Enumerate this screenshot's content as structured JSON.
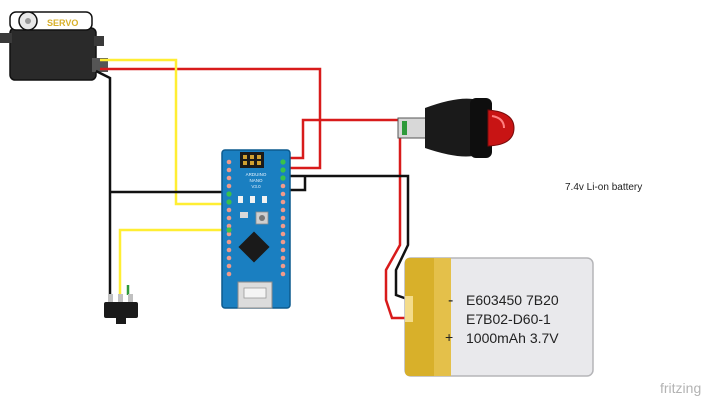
{
  "servo": {
    "label": "SERVO"
  },
  "arduino": {
    "line1": "ARDUINO",
    "line2": "NANO",
    "line3": "V3.0"
  },
  "battery": {
    "caption": "7.4v Li-on battery",
    "line1": "E603450 7B20",
    "line2": "E7B02-D60-1",
    "line3": "1000mAh 3.7V",
    "minus": "-",
    "plus": "+"
  },
  "watermark": "fritzing",
  "colors": {
    "wire_red": "#d81b1b",
    "wire_yellow": "#ffee33",
    "wire_black": "#111111",
    "wire_green": "#2e9a3a",
    "board": "#1a7fc1",
    "battery_gold": "#d8b02a",
    "battery_silver": "#e9e9ec",
    "button_red": "#c81414"
  }
}
